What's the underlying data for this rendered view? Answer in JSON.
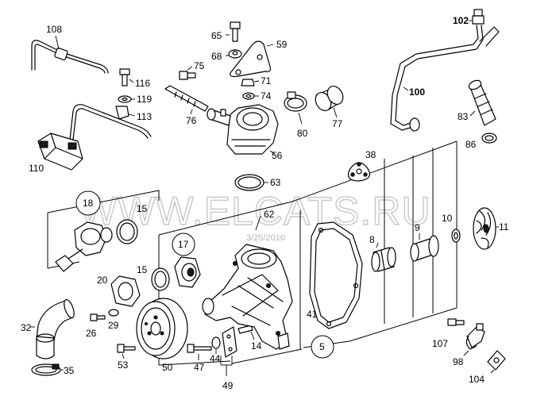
{
  "watermark": "WWW.ELCATS.RU",
  "date_stamp": "3/25/2010",
  "callouts": {
    "c108": "108",
    "c116": "116",
    "c119": "119",
    "c113": "113",
    "c110": "110",
    "c75": "75",
    "c76": "76",
    "c65": "65",
    "c68": "68",
    "c59": "59",
    "c71": "71",
    "c74": "74",
    "c56": "56",
    "c80": "80",
    "c77": "77",
    "c102": "102",
    "c100": "100",
    "c83": "83",
    "c86": "86",
    "c38": "38",
    "c63": "63",
    "c62": "62",
    "c18": "18",
    "c15a": "15",
    "c15b": "15",
    "c17": "17",
    "c20": "20",
    "c29": "29",
    "c26": "26",
    "c32": "32",
    "c35": "35",
    "c53": "53",
    "c50": "50",
    "c47": "47",
    "c44": "44",
    "c14": "14",
    "c49": "49",
    "c41": "41",
    "c5": "5",
    "c8": "8",
    "c9": "9",
    "c10": "10",
    "c11": "11",
    "c107": "107",
    "c98": "98",
    "c104": "104"
  }
}
